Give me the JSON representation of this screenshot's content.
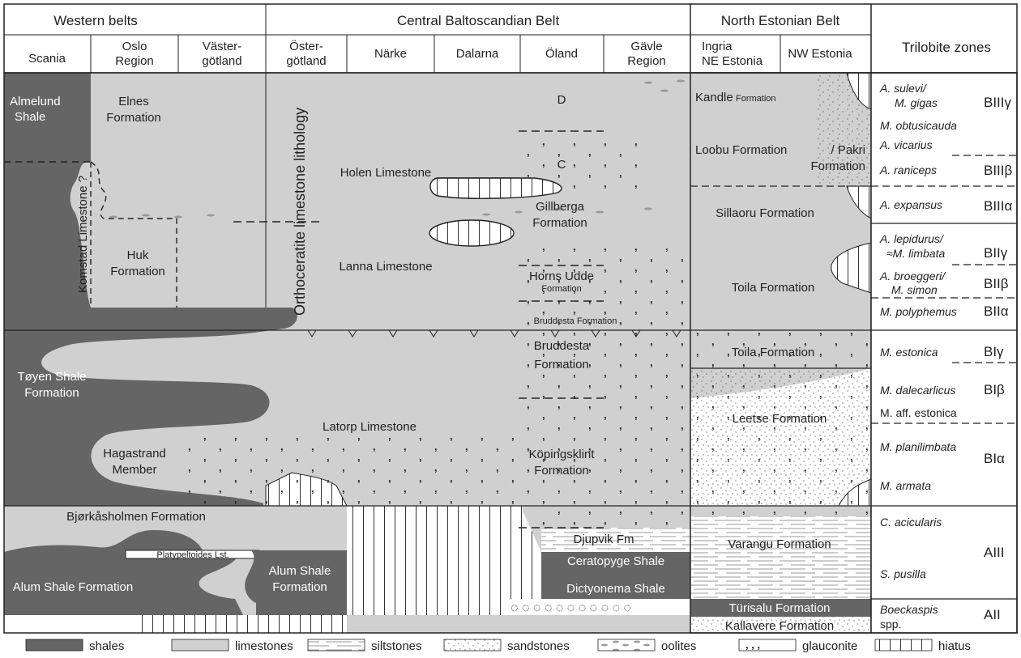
{
  "colors": {
    "shale": "#656565",
    "limestone": "#d0d0d0",
    "white": "#ffffff",
    "line": "#222222"
  },
  "headers": {
    "western": "Western belts",
    "central": "Central Baltoscandian Belt",
    "north": "North Estonian Belt",
    "zones": "Trilobite zones"
  },
  "regions": {
    "scania": "Scania",
    "oslo_1": "Oslo",
    "oslo_2": "Region",
    "vaster_1": "Väster-",
    "vaster_2": "götland",
    "oster_1": "Öster-",
    "oster_2": "götland",
    "narke": "Närke",
    "dalarna": "Dalarna",
    "oland": "Öland",
    "gavle_1": "Gävle",
    "gavle_2": "Region",
    "ingria_1": "Ingria",
    "ingria_2": "NE Estonia",
    "nw_estonia": "NW Estonia"
  },
  "formations": {
    "almelund_1": "Almelund",
    "almelund_2": "Shale",
    "elnes_1": "Elnes",
    "elnes_2": "Formation",
    "komstad": "Komstad Limestone ?",
    "huk_1": "Huk",
    "huk_2": "Formation",
    "toyen_1": "Tøyen Shale",
    "toyen_2": "Formation",
    "hagastrand_1": "Hagastrand",
    "hagastrand_2": "Member",
    "bjorkasholmen": "Bjørkåsholmen Formation",
    "platypeltoides": "Platypeltoides Lst.",
    "alum_left": "Alum Shale Formation",
    "alum_mid_1": "Alum Shale",
    "alum_mid_2": "Formation",
    "orthoceratite": "Orthoceratite limestone lithology",
    "holen": "Holen Limestone",
    "lanna": "Lanna Limestone",
    "latorp": "Latorp Limestone",
    "d": "D",
    "c": "C",
    "gillberga_1": "Gillberga",
    "gillberga_2": "Formation",
    "horns_1": "Horns Udde",
    "horns_2": "Formation",
    "bruddesta_line": "Bruddesta Formation",
    "bruddesta_1": "Bruddesta",
    "bruddesta_2": "Formation",
    "kopingsklint_1": "Köpingsklint",
    "kopingsklint_2": "Formation",
    "djupvik": "Djupvik Fm",
    "ceratopyge": "Ceratopyge Shale",
    "dictyonema": "Dictyonema Shale",
    "kandle_1": "Kandle",
    "kandle_2": "Formation",
    "loobu": "Loobu Formation",
    "pakri_1": "/ Pakri",
    "pakri_2": "Formation",
    "sillaoru": "Sillaoru Formation",
    "toila_upper": "Toila Formation",
    "toila_lower": "Toila Formation",
    "leetse": "Leetse Formation",
    "varangu": "Varangu Formation",
    "turisalu": "Türisalu Formation",
    "kallavere": "Kallavere Formation"
  },
  "zones": {
    "sulevi_1": "A. sulevi/",
    "sulevi_2": "M. gigas",
    "obtusicauda": "M. obtusicauda",
    "vicarius": "A. vicarius",
    "raniceps": "A. raniceps",
    "expansus": "A. expansus",
    "lepidurus_1": "A. lepidurus/",
    "lepidurus_2": "≈M. limbata",
    "broeggeri_1": "A. broeggeri/",
    "broeggeri_2": "M. simon",
    "polyphemus": "M. polyphemus",
    "estonica": "M. estonica",
    "dalecarlicus": "M. dalecarlicus",
    "aff_estonica": "M. aff. estonica",
    "planilimbata": "M. planilimbata",
    "armata": "M. armata",
    "acicularis": "C. acicularis",
    "pusilla": "S. pusilla",
    "boeckaspis_1": "Boeckaspis",
    "boeckaspis_2": "spp."
  },
  "zone_codes": {
    "b3g": "BIIIγ",
    "b3b": "BIIIβ",
    "b3a": "BIIIα",
    "b2g": "BIIγ",
    "b2b": "BIIβ",
    "b2a": "BIIα",
    "b1g": "BIγ",
    "b1b": "BIβ",
    "b1a": "BIα",
    "a3": "AIII",
    "a2": "AII"
  },
  "legend": {
    "shales": "shales",
    "limestones": "limestones",
    "siltstones": "siltstones",
    "sandstones": "sandstones",
    "oolites": "oolites",
    "glauconite": "glauconite",
    "hiatus": "hiatus"
  }
}
